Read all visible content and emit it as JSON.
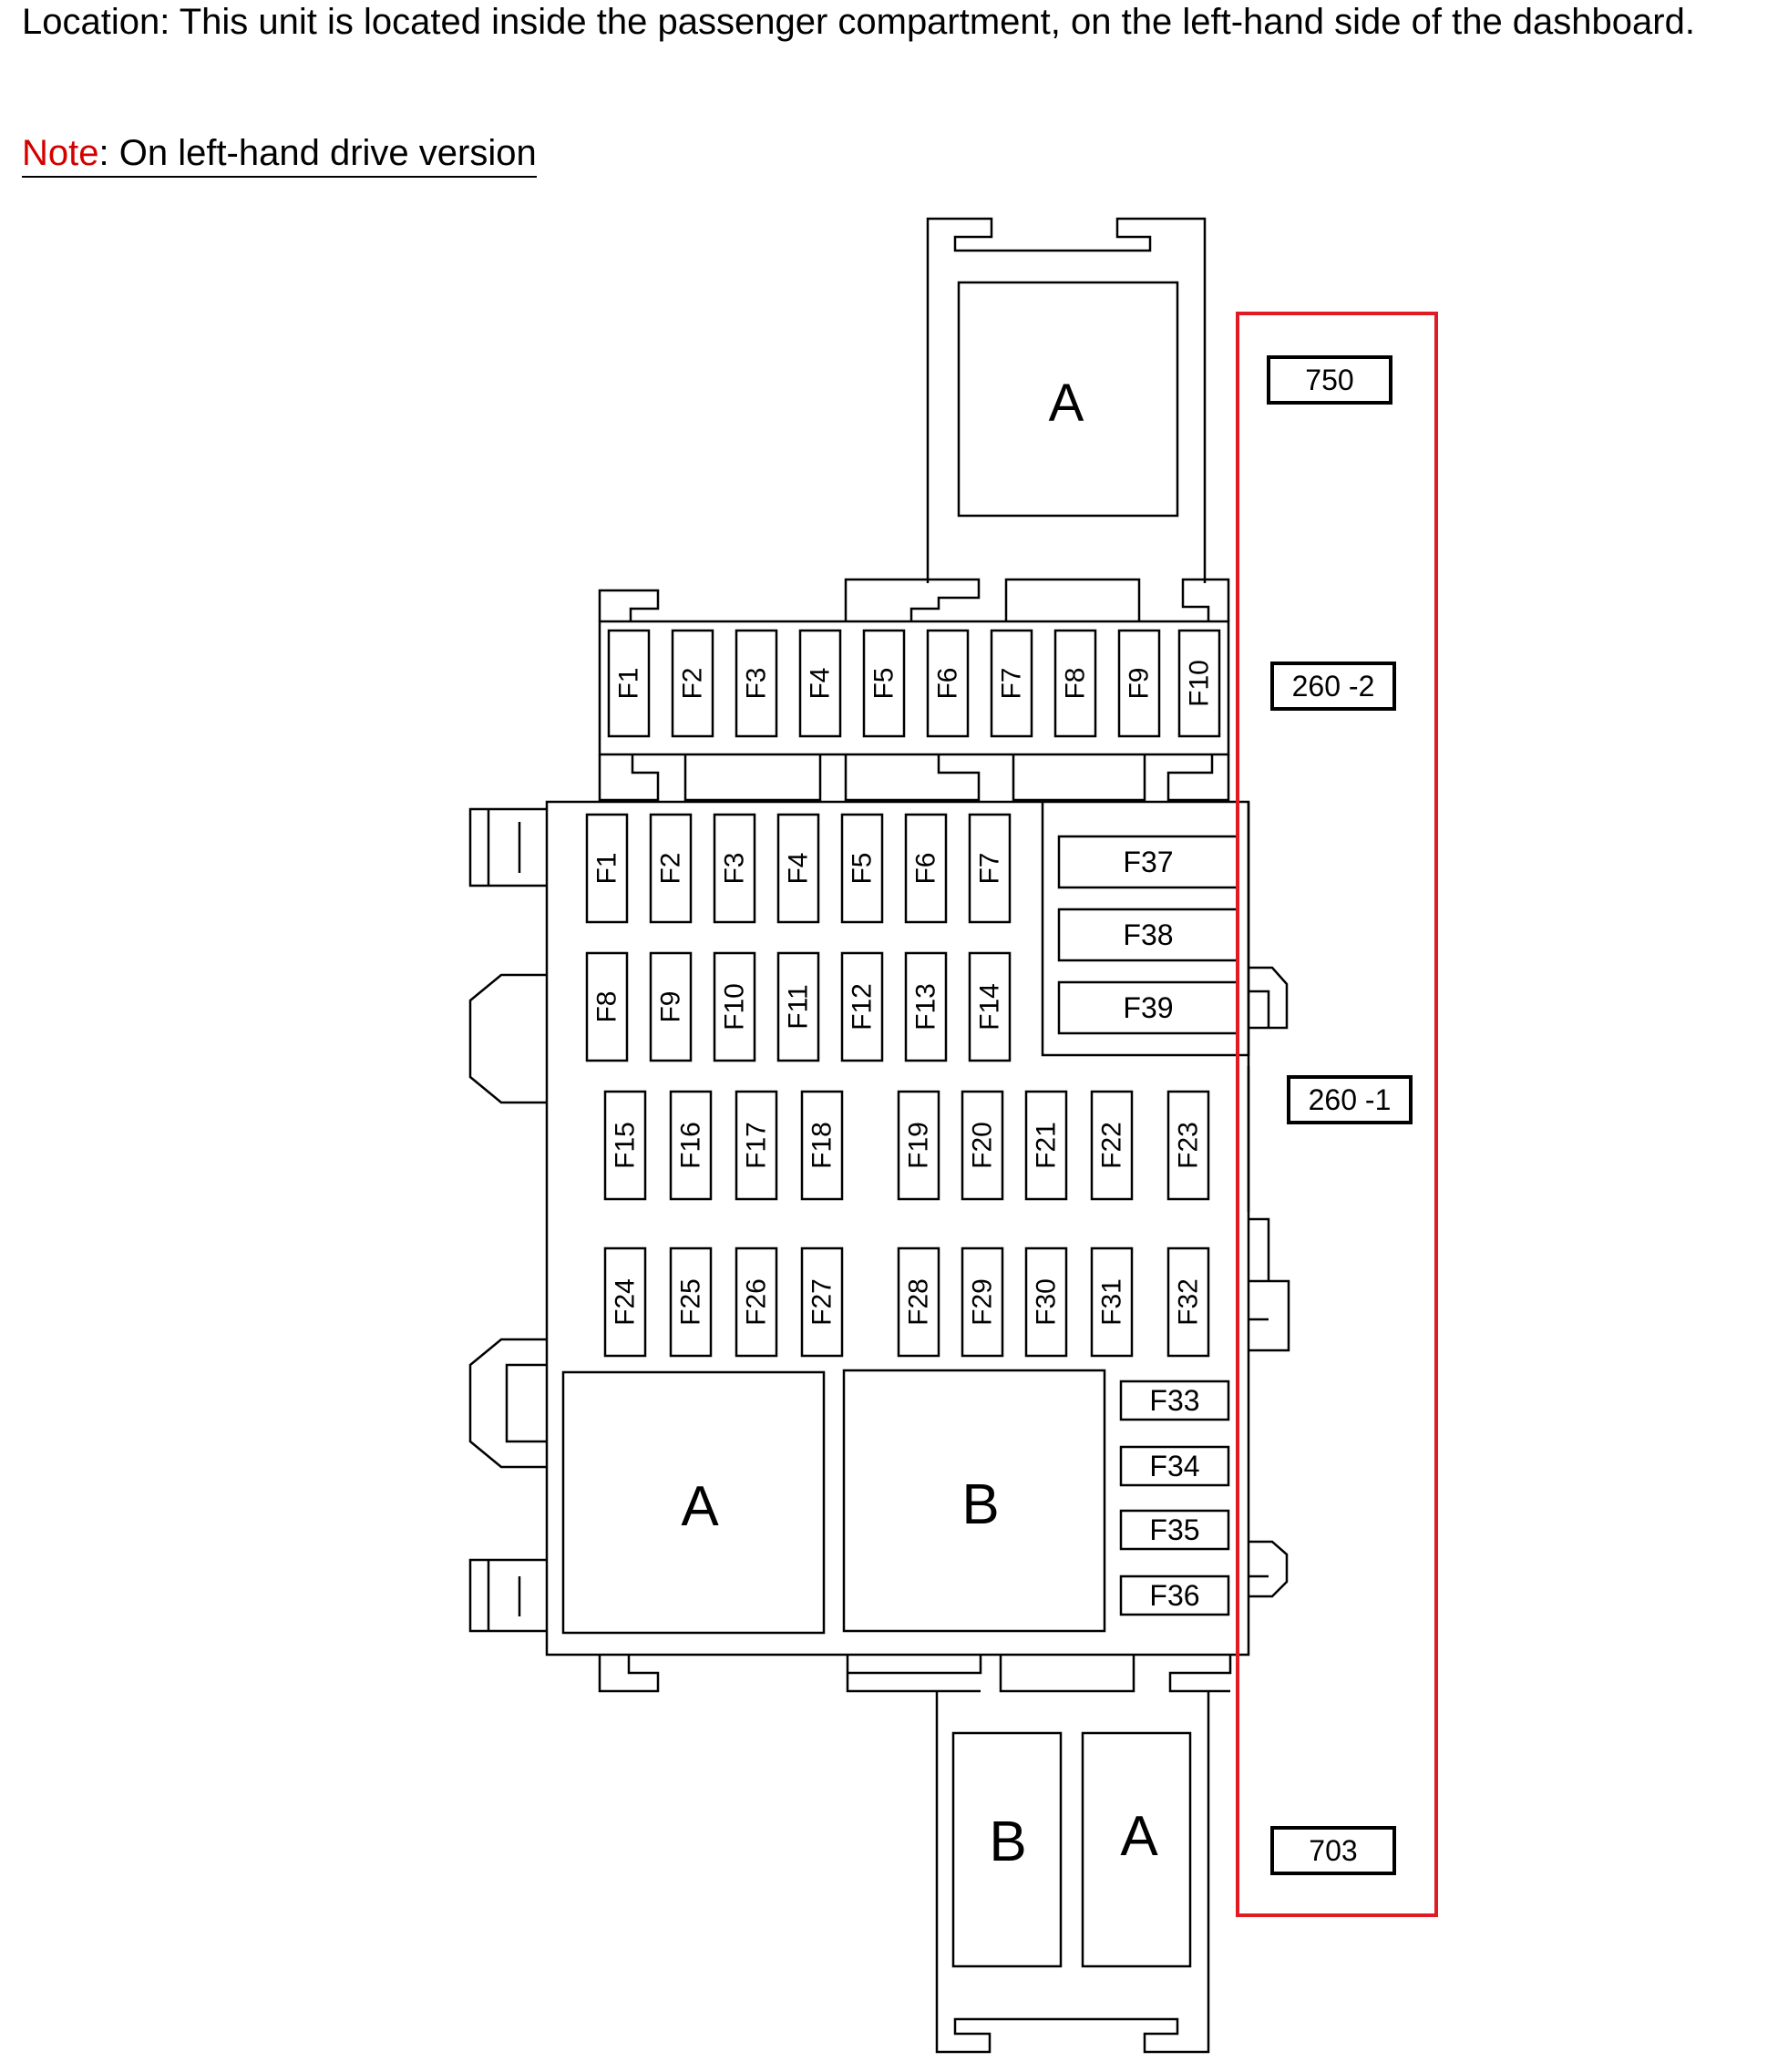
{
  "header": {
    "location_text": "Location: This unit is located inside the passenger compartment, on the left-hand side of the dashboard.",
    "note_label": "Note",
    "note_text": ": On left-hand drive version"
  },
  "colors": {
    "highlight": "#e01b24",
    "note": "#d40000",
    "line": "#000000"
  },
  "top_relay_box": {
    "label": "A"
  },
  "upper_fuse_row": [
    "F1",
    "F2",
    "F3",
    "F4",
    "F5",
    "F6",
    "F7",
    "F8",
    "F9",
    "F10"
  ],
  "main_box": {
    "row1": [
      "F1",
      "F2",
      "F3",
      "F4",
      "F5",
      "F6",
      "F7"
    ],
    "row2": [
      "F8",
      "F9",
      "F10",
      "F11",
      "F12",
      "F13",
      "F14"
    ],
    "row3": [
      "F15",
      "F16",
      "F17",
      "F18",
      "F19",
      "F20",
      "F21",
      "F22",
      "F23"
    ],
    "row4": [
      "F24",
      "F25",
      "F26",
      "F27",
      "F28",
      "F29",
      "F30",
      "F31",
      "F32"
    ],
    "side_fuses": [
      "F37",
      "F38",
      "F39"
    ],
    "lower_fuses": [
      "F33",
      "F34",
      "F35",
      "F36"
    ],
    "relay_a": "A",
    "relay_b": "B"
  },
  "bottom_relay_box": {
    "left": "B",
    "right": "A"
  },
  "connectors": [
    "750",
    "260 -2",
    "260 -1",
    "703"
  ]
}
